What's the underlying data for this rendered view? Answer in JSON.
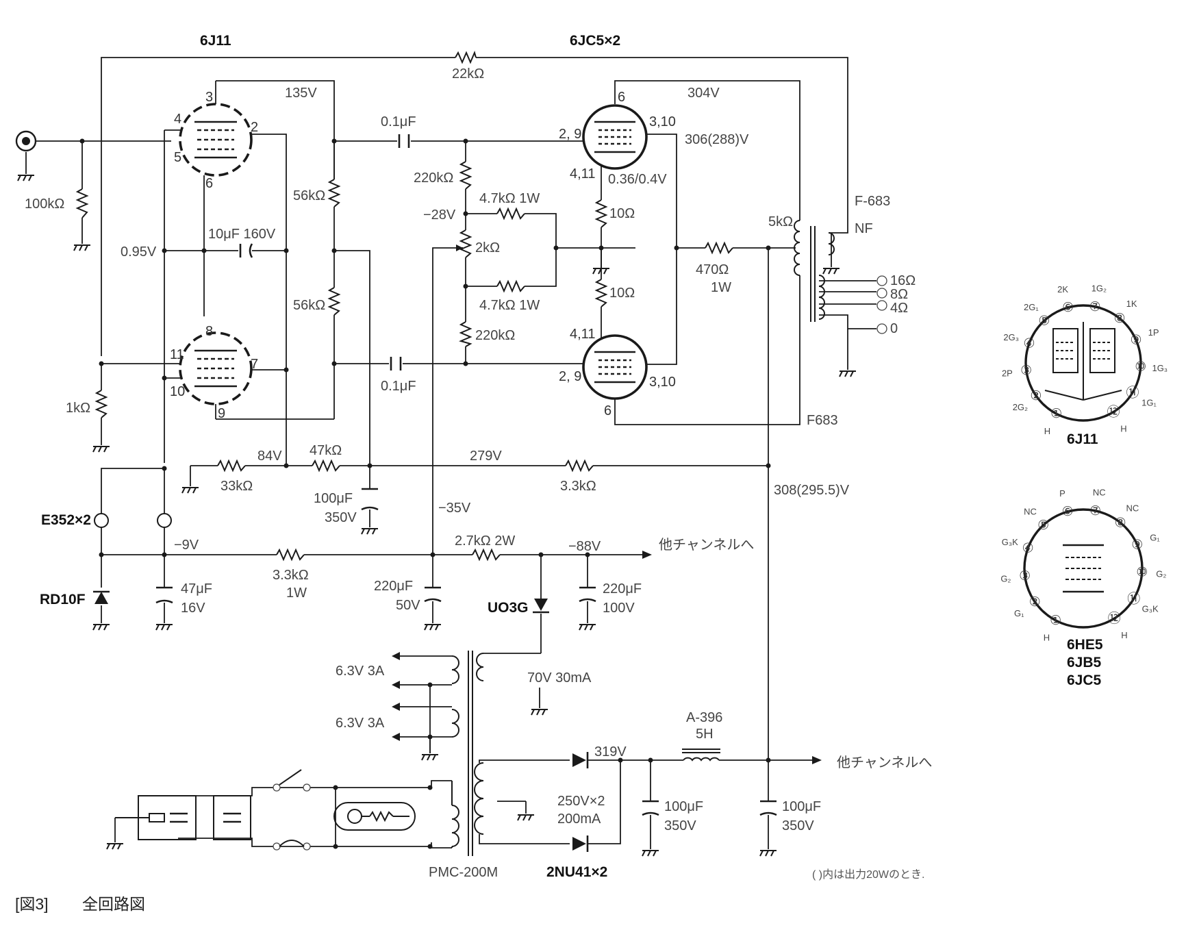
{
  "caption": {
    "figure": "[図3]",
    "title": "全回路図"
  },
  "tubes": {
    "input": "6J11",
    "output": "6JC5×2"
  },
  "feedback": {
    "resistor": "22kΩ"
  },
  "voltages": {
    "v135": "135V",
    "v304": "304V",
    "v306": "306(288)V",
    "v036": "0.36/0.4V",
    "v095": "0.95V",
    "vm28": "−28V",
    "v84": "84V",
    "v279": "279V",
    "v308": "308(295.5)V",
    "vm35": "−35V",
    "vm9": "−9V",
    "vm88": "−88V",
    "v319": "319V"
  },
  "components": {
    "c01a": "0.1μF",
    "c01b": "0.1μF",
    "r100k": "100kΩ",
    "r56ka": "56kΩ",
    "r56kb": "56kΩ",
    "c10u": "10μF 160V",
    "r220ka": "220kΩ",
    "r220kb": "220kΩ",
    "r47a": "4.7kΩ 1W",
    "r47b": "4.7kΩ 1W",
    "r2k": "2kΩ",
    "r10a": "10Ω",
    "r10b": "10Ω",
    "r5k": "5kΩ",
    "r470": "470Ω",
    "r470w": "1W",
    "r1k": "1kΩ",
    "r33k": "33kΩ",
    "r47k": "47kΩ",
    "c100a": "100μF",
    "c100av": "350V",
    "r33kb": "3.3kΩ",
    "r33kc": "3.3kΩ",
    "r33kcw": "1W",
    "r27k": "2.7kΩ 2W",
    "c47": "47μF",
    "c47v": "16V",
    "c220a": "220μF",
    "c220av": "50V",
    "c220b": "220μF",
    "c220bv": "100V",
    "c100b": "100μF",
    "c100bv": "350V",
    "c100c": "100μF",
    "c100cv": "350V"
  },
  "parts": {
    "e352": "E352×2",
    "rd10f": "RD10F",
    "uo3g": "UO3G",
    "f683a": "F-683",
    "nf": "NF",
    "f683b": "F683",
    "pmc": "PMC-200M",
    "nu41": "2NU41×2",
    "choke": "A-396",
    "choke_h": "5H"
  },
  "transformer": {
    "s1": "6.3V 3A",
    "s2": "6.3V 3A",
    "s3": "70V 30mA",
    "s4": "250V×2",
    "s4b": "200mA"
  },
  "speaker_taps": [
    "16Ω",
    "8Ω",
    "4Ω",
    "0"
  ],
  "other_channel": {
    "a": "他チャンネルへ",
    "b": "他チャンネルへ"
  },
  "note": "(  )内は出力20Wのとき.",
  "pinouts": [
    {
      "name": "6J11",
      "pins": [
        "①",
        "②",
        "③",
        "④",
        "⑤",
        "⑥",
        "⑦",
        "⑧",
        "⑨",
        "⑩",
        "⑪",
        "⑫"
      ],
      "labels": [
        "H",
        "2G₂",
        "2P",
        "2G₃",
        "2G₁",
        "2K",
        "1G₂",
        "1K",
        "1P",
        "1G₃",
        "1G₁",
        "H"
      ]
    },
    {
      "name_lines": [
        "6HE5",
        "6JB5",
        "6JC5"
      ],
      "pins": [
        "①",
        "②",
        "③",
        "④",
        "⑤",
        "⑥",
        "⑦",
        "⑧",
        "⑨",
        "⑩",
        "⑪",
        "⑫"
      ],
      "labels": [
        "H",
        "G₁",
        "G₂",
        "G₃K",
        "NC",
        "P",
        "NC",
        "NC",
        "G₁",
        "G₂",
        "G₃K",
        "H"
      ]
    }
  ]
}
